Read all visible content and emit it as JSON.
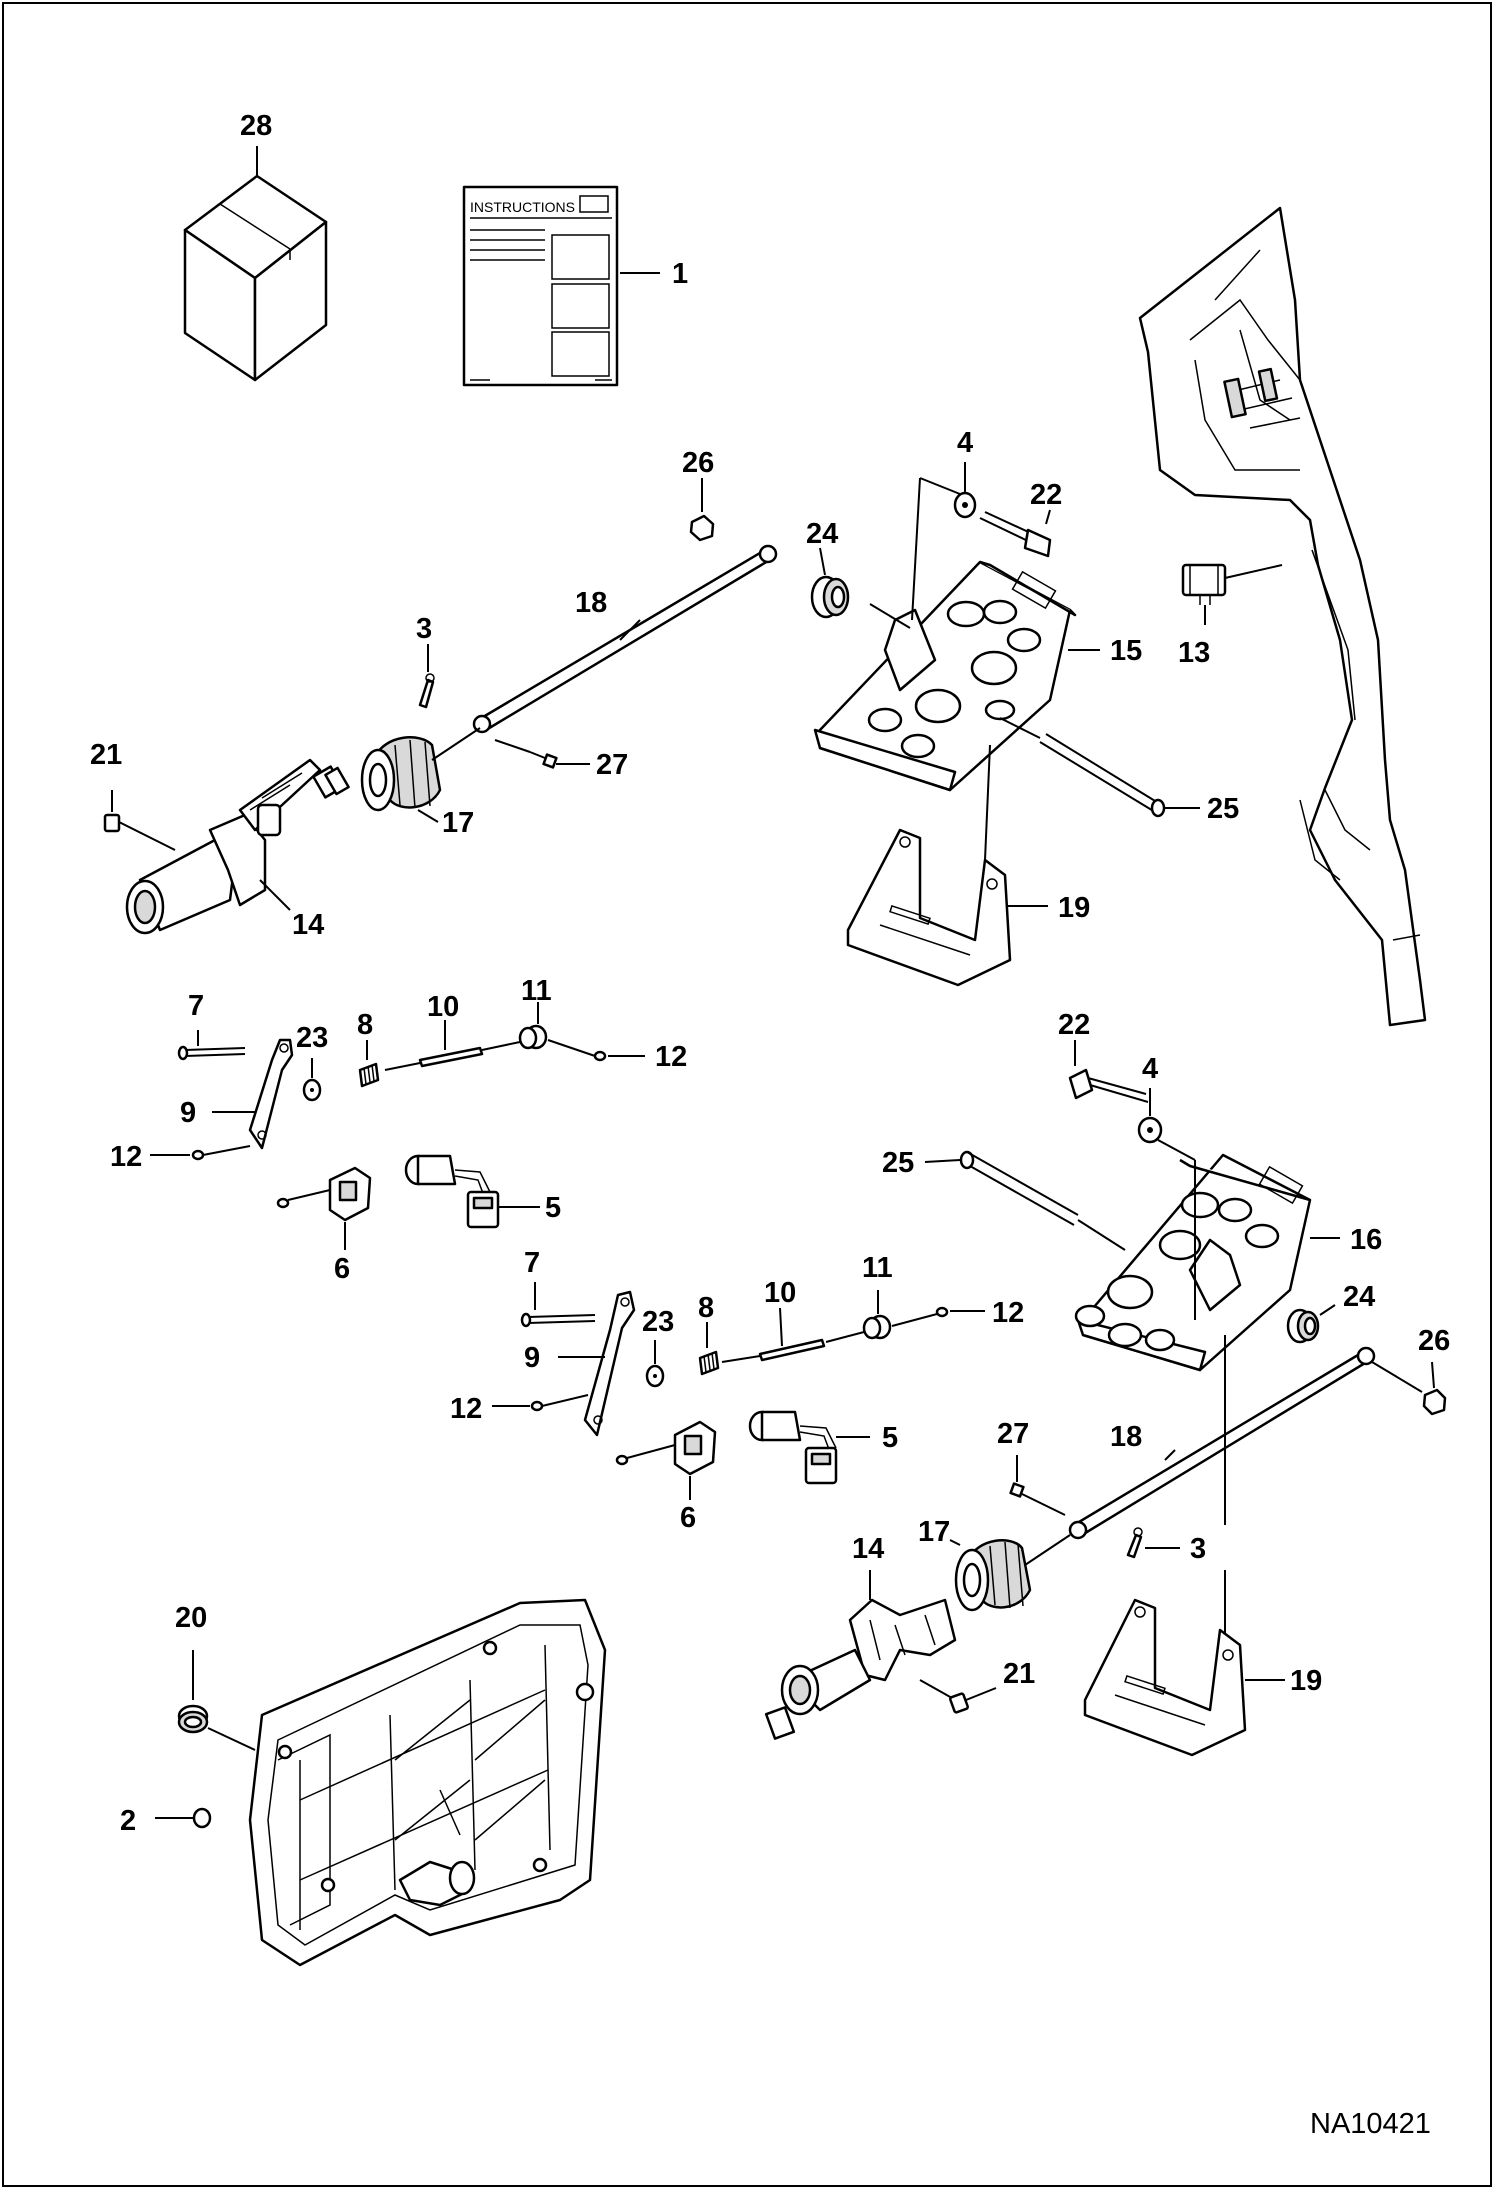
{
  "drawing": {
    "id": "NA10421",
    "instructions_label": "INSTRUCTIONS"
  },
  "callouts": {
    "c28": "28",
    "c1": "1",
    "c26a": "26",
    "c4a": "4",
    "c22a": "22",
    "c24a": "24",
    "c18a": "18",
    "c3a": "3",
    "c15": "15",
    "c13": "13",
    "c21a": "21",
    "c27a": "27",
    "c17a": "17",
    "c25a": "25",
    "c14a": "14",
    "c19a": "19",
    "c7a": "7",
    "c23a": "23",
    "c8a": "8",
    "c10a": "10",
    "c11a": "11",
    "c12a": "12",
    "c9a": "9",
    "c12b": "12",
    "c5a": "5",
    "c6a": "6",
    "c22b": "22",
    "c4b": "4",
    "c25b": "25",
    "c16": "16",
    "c7b": "7",
    "c23b": "23",
    "c8b": "8",
    "c10b": "10",
    "c11b": "11",
    "c12c": "12",
    "c24b": "24",
    "c26b": "26",
    "c9b": "9",
    "c12d": "12",
    "c5b": "5",
    "c27b": "27",
    "c18b": "18",
    "c6b": "6",
    "c14b": "14",
    "c17b": "17",
    "c3b": "3",
    "c20": "20",
    "c21b": "21",
    "c19b": "19",
    "c2": "2"
  }
}
